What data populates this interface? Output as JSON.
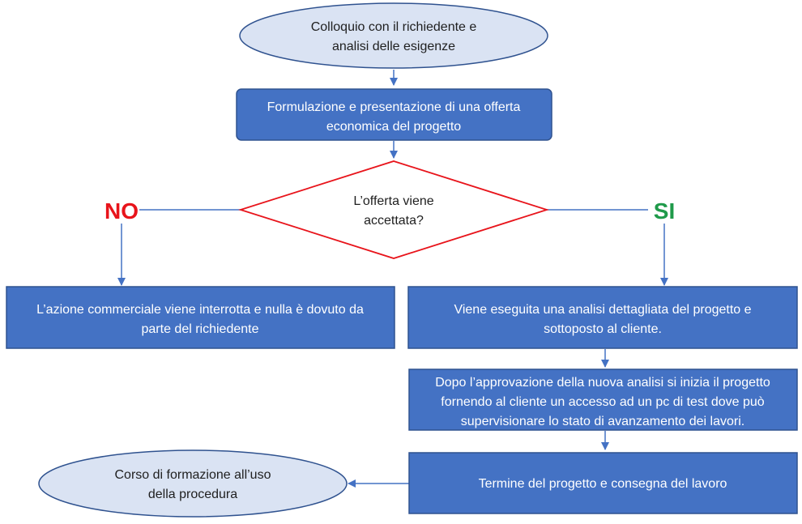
{
  "colors": {
    "box_fill": "#4472c4",
    "box_stroke": "#2f528f",
    "ellipse_fill": "#dae3f3",
    "ellipse_stroke": "#2f528f",
    "diamond_stroke": "#e8141b",
    "connector": "#4472c4",
    "no_color": "#e8141b",
    "si_color": "#1f9a4a"
  },
  "nodes": {
    "start": {
      "line1": "Colloquio con il richiedente e",
      "line2": "analisi delle esigenze"
    },
    "offer": {
      "line1": "Formulazione e presentazione di una offerta",
      "line2": "economica del progetto"
    },
    "decision": {
      "line1": "L’offerta viene",
      "line2": "accettata?"
    },
    "no_result": {
      "line1": "L’azione commerciale viene interrotta e nulla è dovuto da",
      "line2": "parte del richiedente"
    },
    "analysis": {
      "line1": "Viene eseguita una analisi dettagliata del progetto e",
      "line2": "sottoposto al cliente."
    },
    "approval": {
      "line1": "Dopo l’approvazione della nuova analisi si inizia il progetto",
      "line2": "fornendo al cliente un accesso ad un pc di test dove può",
      "line3": "supervisionare lo stato di avanzamento dei lavori."
    },
    "delivery": {
      "line1": "Termine del progetto e consegna del lavoro"
    },
    "training": {
      "line1": "Corso di formazione all’uso",
      "line2": "della procedura"
    }
  },
  "branches": {
    "no": "NO",
    "si": "SI"
  }
}
